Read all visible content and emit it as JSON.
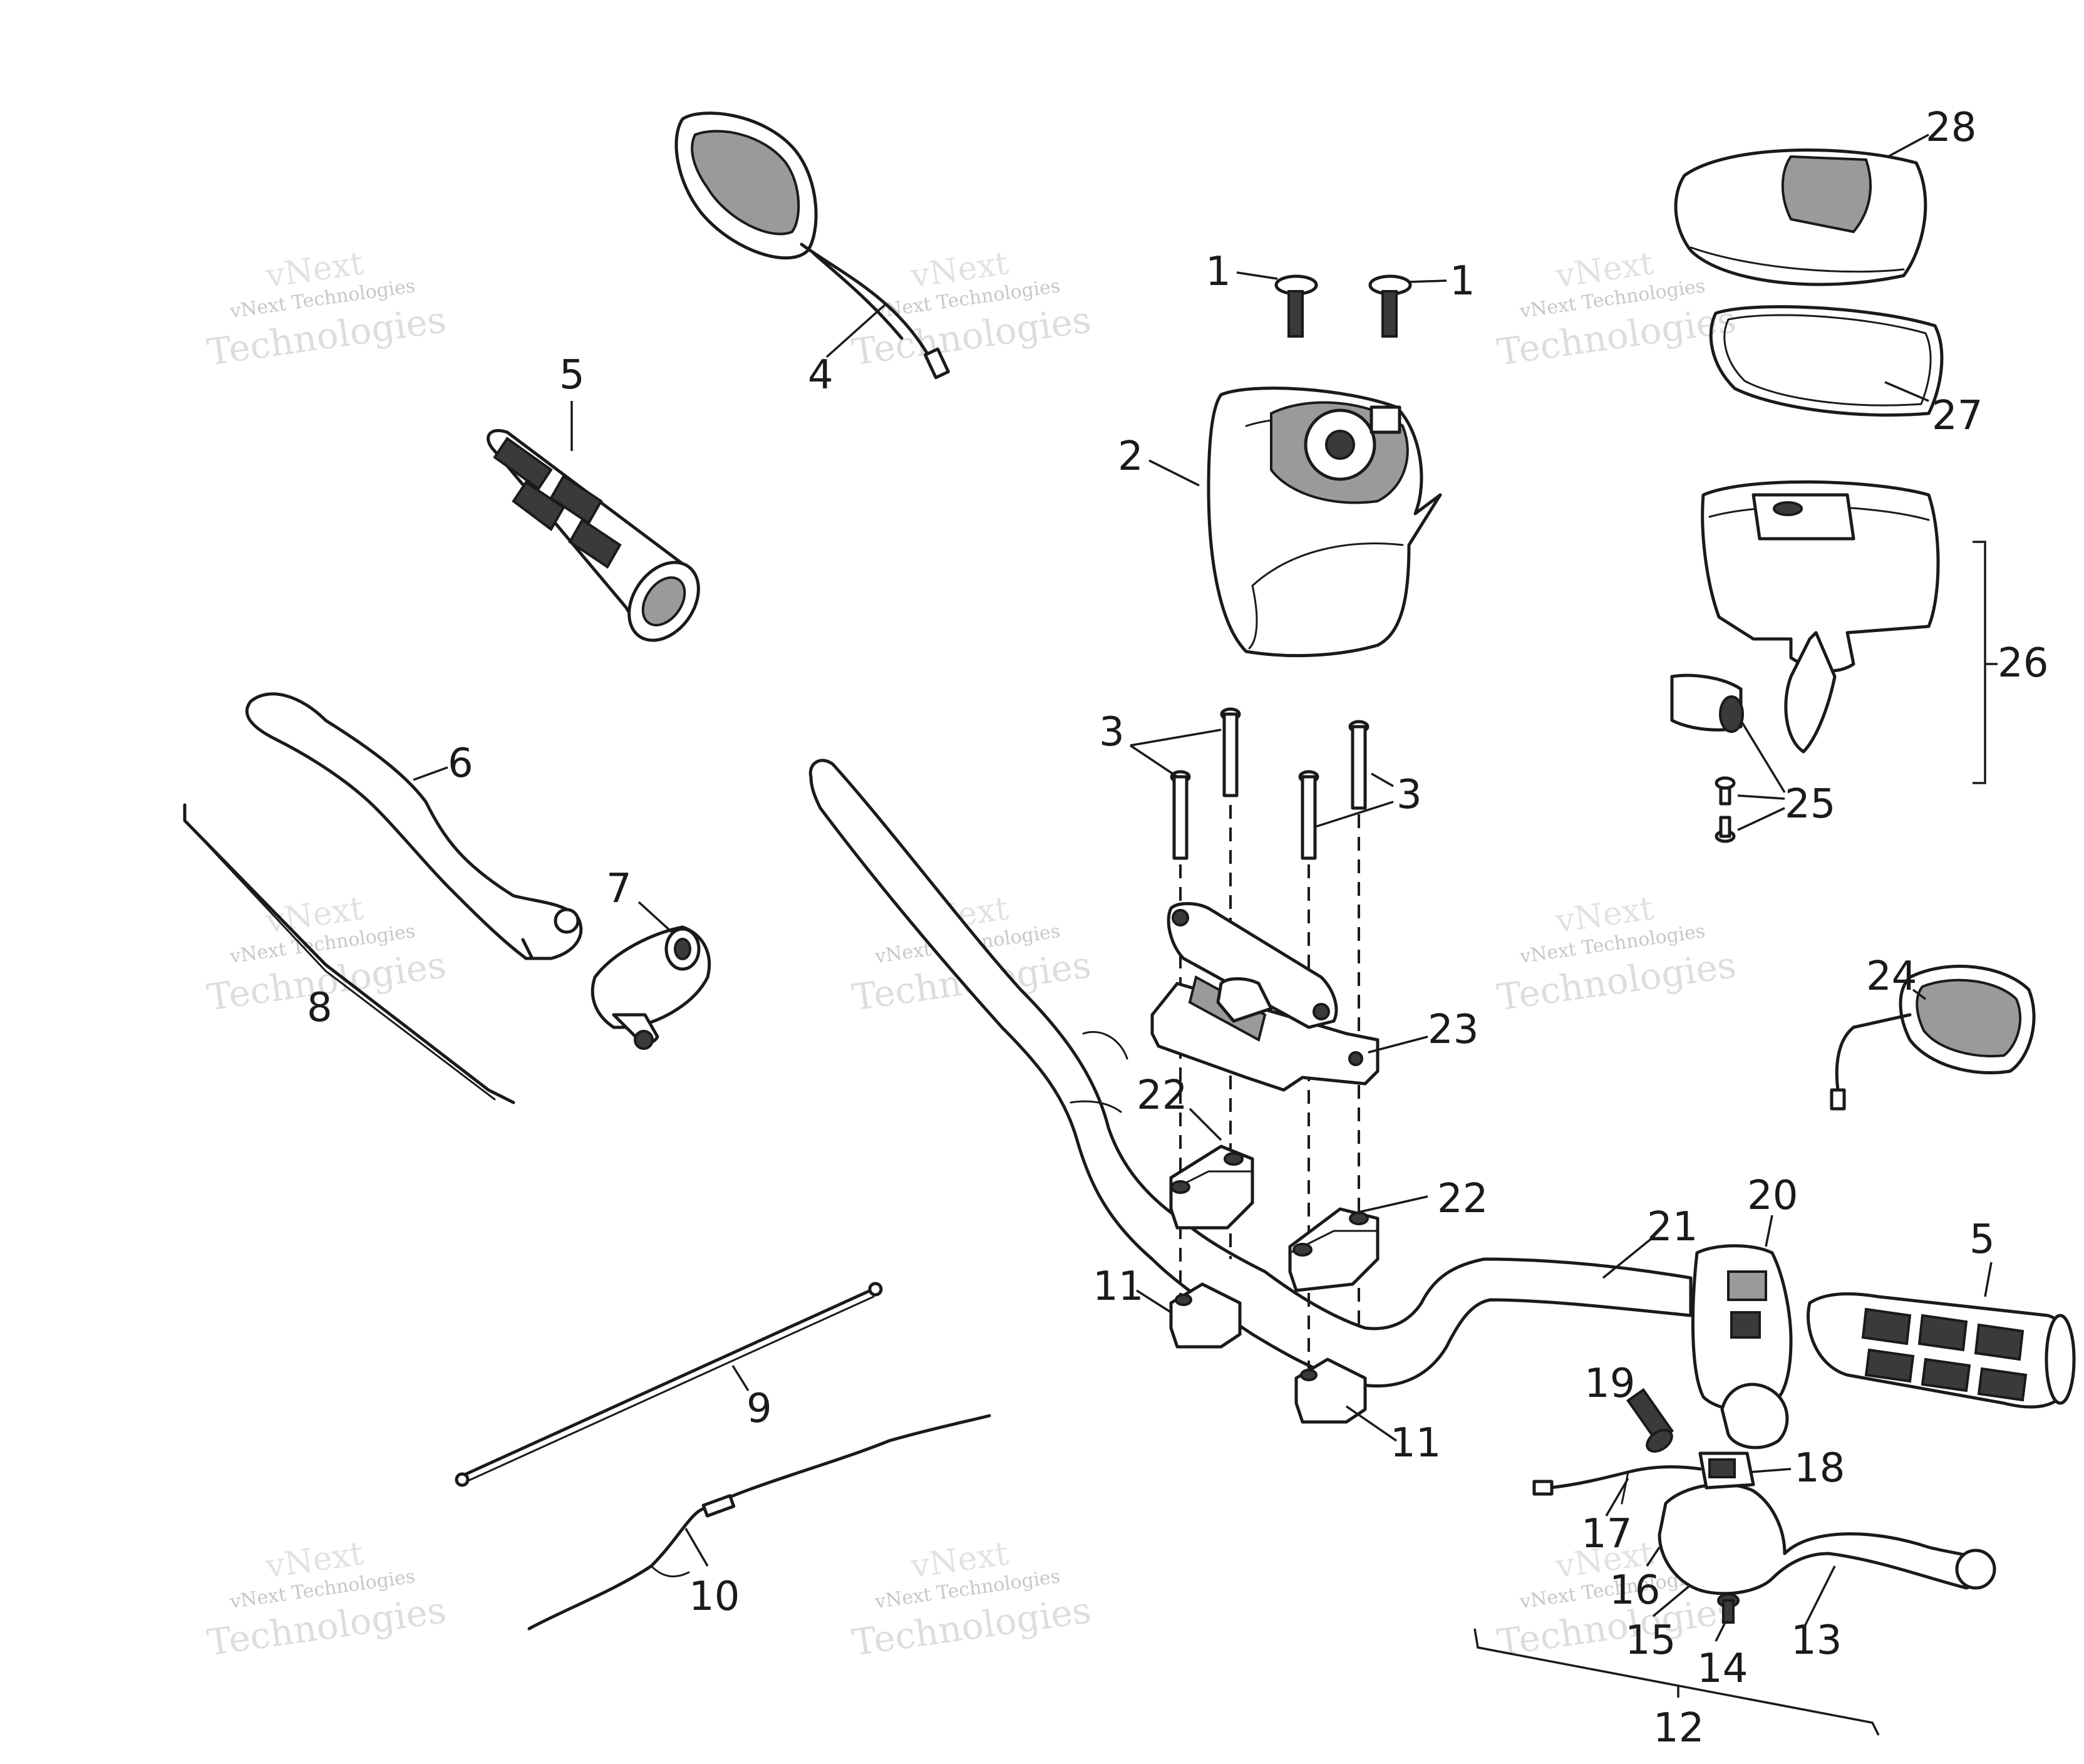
{
  "callouts": {
    "c1a": "1",
    "c1b": "1",
    "c2": "2",
    "c3a": "3",
    "c3b": "3",
    "c4": "4",
    "c5a": "5",
    "c5b": "5",
    "c6": "6",
    "c7": "7",
    "c8": "8",
    "c9": "9",
    "c10": "10",
    "c11a": "11",
    "c11b": "11",
    "c12": "12",
    "c13": "13",
    "c14": "14",
    "c15": "15",
    "c16": "16",
    "c17": "17",
    "c18": "18",
    "c19": "19",
    "c20": "20",
    "c21": "21",
    "c22a": "22",
    "c22b": "22",
    "c23": "23",
    "c24": "24",
    "c25": "25",
    "c26": "26",
    "c27": "27",
    "c28": "28"
  },
  "watermark": {
    "line1": "vNext",
    "line2": "vNext Technologies",
    "line3": "Technologies"
  }
}
